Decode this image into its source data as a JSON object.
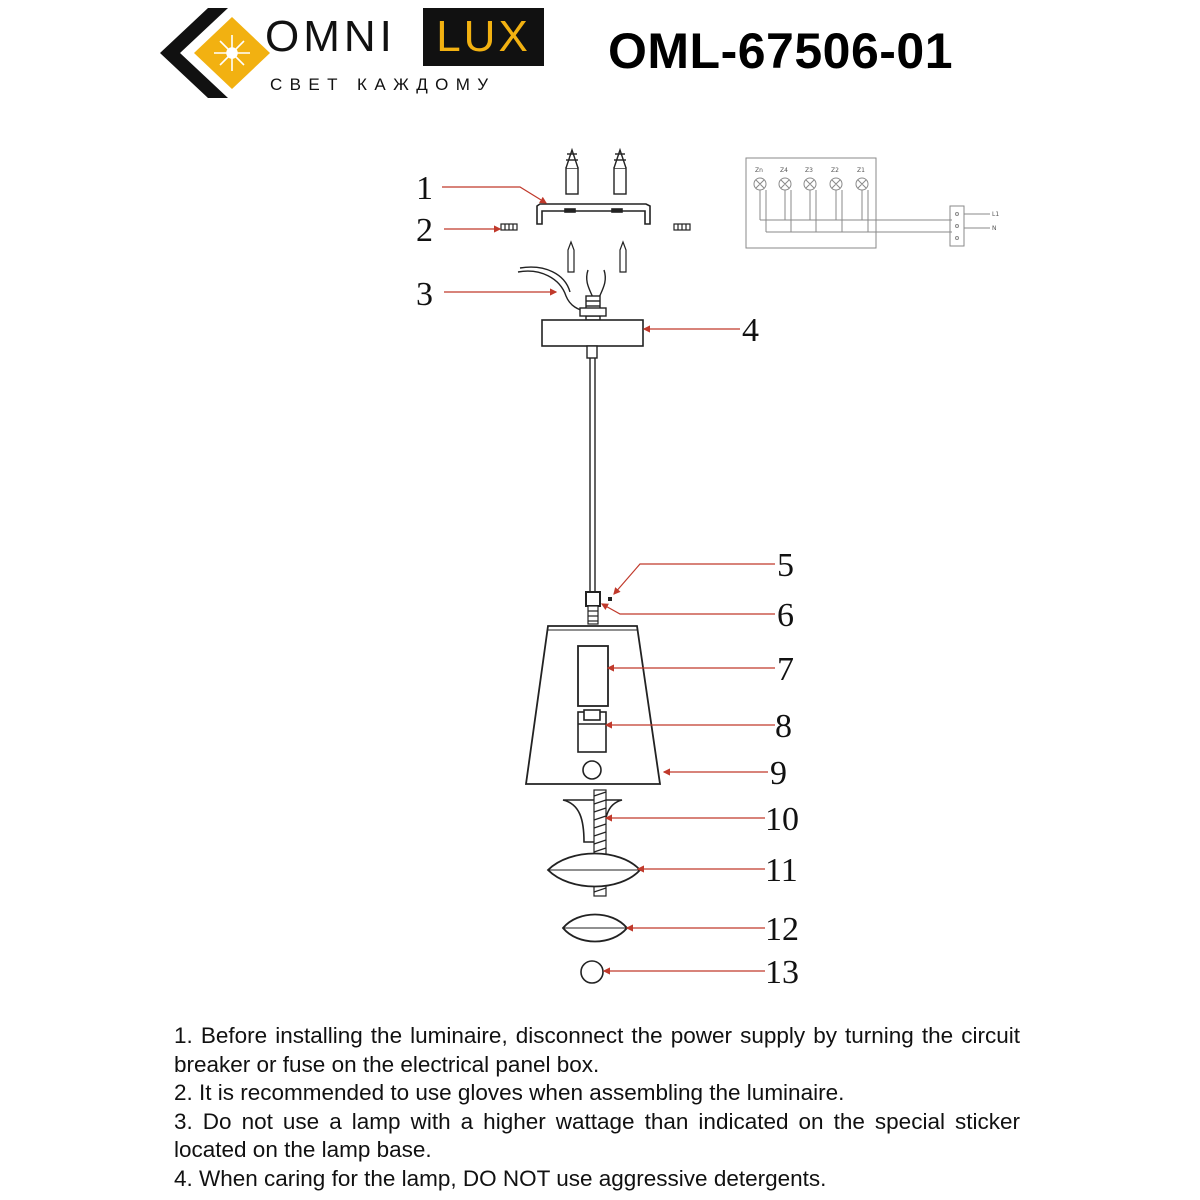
{
  "header": {
    "brand_part1": "OMNI",
    "brand_part2": "LUX",
    "slogan": "СВЕТ КАЖДОМУ",
    "model": "OML-67506-01",
    "colors": {
      "brand_accent": "#f2b111",
      "brand_dark": "#111111",
      "callout_arrow": "#c0392b"
    }
  },
  "diagram": {
    "callouts": [
      "1",
      "2",
      "3",
      "4",
      "5",
      "6",
      "7",
      "8",
      "9",
      "10",
      "11",
      "12",
      "13"
    ],
    "wiring": {
      "terminal_labels": [
        "Zn",
        "Z4",
        "Z3",
        "Z2",
        "Z1"
      ],
      "line_labels": [
        "L1",
        "N"
      ]
    }
  },
  "instructions": [
    "1. Before installing the luminaire, disconnect the power supply by turning the circuit breaker or fuse on the electrical panel box.",
    "2. It is recommended to use gloves when assembling the luminaire.",
    "3. Do not use a lamp with a higher wattage than indicated on the special sticker located on the lamp base.",
    "4. When caring for the lamp, DO NOT use aggressive detergents."
  ]
}
